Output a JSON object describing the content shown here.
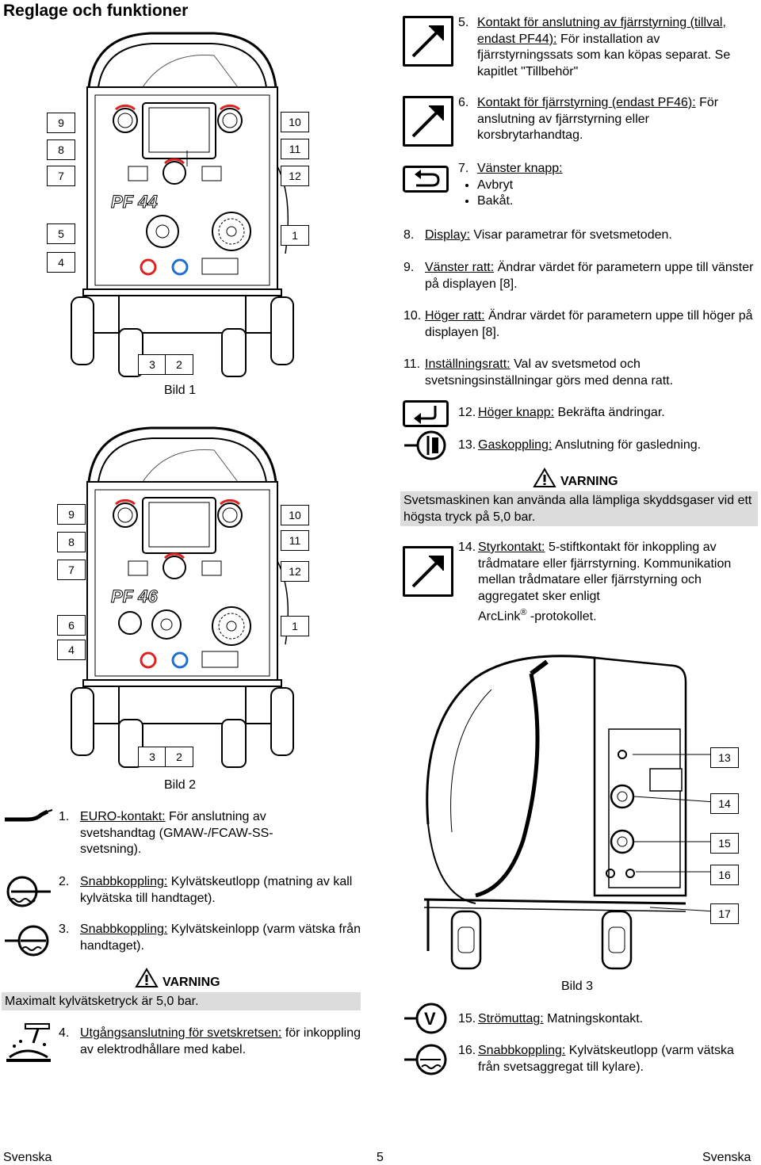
{
  "title": "Reglage och funktioner",
  "figures": {
    "bild1": {
      "caption": "Bild 1",
      "model": "PF 44",
      "callouts_left": [
        "9",
        "8",
        "7",
        "5",
        "4"
      ],
      "callouts_right": [
        "10",
        "11",
        "12",
        "1"
      ],
      "callouts_bottom": [
        "3",
        "2"
      ]
    },
    "bild2": {
      "caption": "Bild 2",
      "model": "PF 46",
      "callouts_left": [
        "9",
        "8",
        "7",
        "6",
        "4"
      ],
      "callouts_right": [
        "10",
        "11",
        "12",
        "1"
      ],
      "callouts_bottom": [
        "3",
        "2"
      ]
    },
    "bild3": {
      "caption": "Bild 3",
      "callouts": [
        "13",
        "14",
        "15",
        "16",
        "17"
      ]
    }
  },
  "right_items": [
    {
      "num": "5.",
      "label": "Kontakt för anslutning av fjärrstyrning (tillval, endast PF44):",
      "text": "För installation av fjärrstyrningssats som kan köpas separat. Se kapitlet \"Tillbehör\""
    },
    {
      "num": "6.",
      "label": "Kontakt för fjärrstyrning (endast PF46):",
      "text": "För anslutning av fjärrstyrning eller korsbrytarhandtag."
    },
    {
      "num": "7.",
      "label": "Vänster knapp:",
      "bullets": [
        "Avbryt",
        "Bakåt."
      ]
    },
    {
      "num": "8.",
      "label": "Display:",
      "text": "Visar parametrar för svetsmetoden."
    },
    {
      "num": "9.",
      "label": "Vänster ratt:",
      "text": "Ändrar värdet för parametern uppe till vänster på displayen [8]."
    },
    {
      "num": "10.",
      "label": "Höger ratt:",
      "text": "Ändrar värdet för parametern uppe till höger på displayen [8]."
    },
    {
      "num": "11.",
      "label": "Inställningsratt:",
      "text": "Val av svetsmetod och svetsningsinställningar görs med denna ratt."
    },
    {
      "num": "12.",
      "label": "Höger knapp:",
      "text": "Bekräfta ändringar."
    },
    {
      "num": "13.",
      "label": "Gaskoppling:",
      "text": "Anslutning för gasledning."
    },
    {
      "num": "14.",
      "label": "Styrkontakt:",
      "text": "5-stiftkontakt för inkoppling av trådmatare eller fjärrstyrning. Kommunikation mellan trådmatare eller fjärrstyrning och aggregatet sker enligt"
    },
    {
      "num": "15.",
      "label": "Strömuttag:",
      "text": "Matningskontakt."
    },
    {
      "num": "16.",
      "label": "Snabbkoppling:",
      "text": "Kylvätskeutlopp (varm vätska från svetsaggregat till kylare)."
    }
  ],
  "arclink": "ArcLink",
  "arclink_reg": "®",
  "arclink_tail": "-protokollet.",
  "warning_gas": {
    "head": "VARNING",
    "text": "Svetsmaskinen kan använda alla lämpliga skyddsgaser vid ett högsta tryck på 5,0 bar."
  },
  "left_items": [
    {
      "num": "1.",
      "label": "EURO-kontakt:",
      "text": "För anslutning av svetshandtag (GMAW-/FCAW-SS-svetsning)."
    },
    {
      "num": "2.",
      "label": "Snabbkoppling:",
      "text": "Kylvätskeutlopp (matning av kall kylvätska till handtaget)."
    },
    {
      "num": "3.",
      "label": "Snabbkoppling:",
      "text": "Kylvätskeinlopp (varm vätska från handtaget)."
    },
    {
      "num": "4.",
      "label": "Utgångsanslutning för svetskretsen:",
      "text": "för inkoppling av elektrodhållare med kabel."
    }
  ],
  "warning_coolant": {
    "head": "VARNING",
    "text": "Maximalt kylvätsketryck är 5,0 bar."
  },
  "footer": {
    "left": "Svenska",
    "page": "5",
    "right": "Svenska"
  },
  "icons": [
    "remote-connector-icon",
    "remote-connector-icon",
    "back-arrow-icon",
    "enter-arrow-icon",
    "gas-coupling-icon",
    "control-connector-icon",
    "torch-icon",
    "coolant-outlet-icon",
    "coolant-inlet-icon",
    "electrode-holder-icon",
    "voltage-icon",
    "coolant-coupling-icon"
  ]
}
